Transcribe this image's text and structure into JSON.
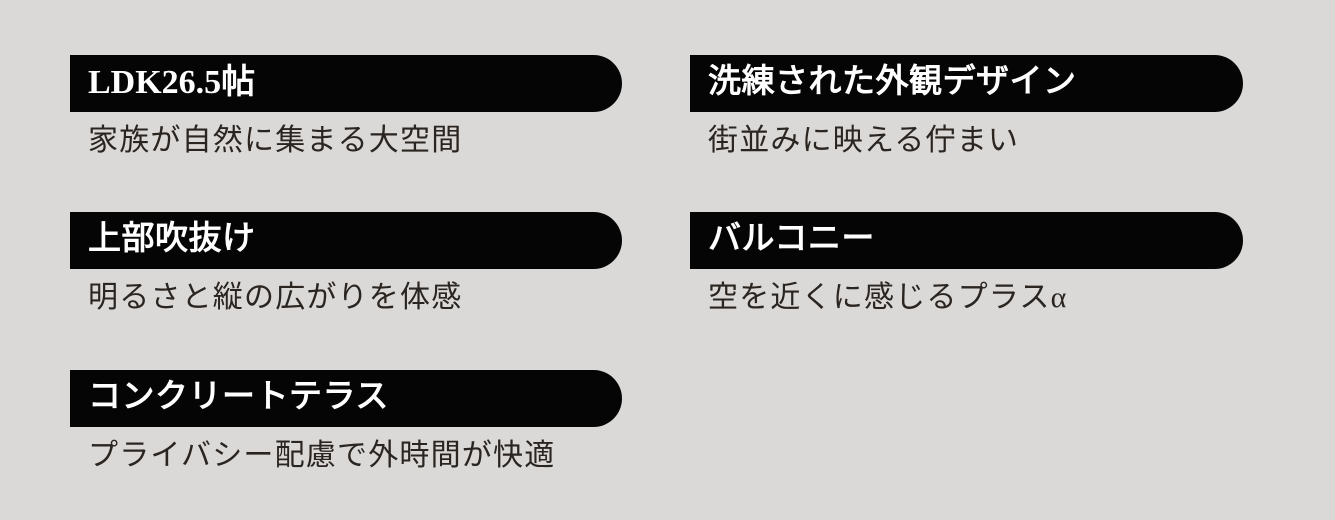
{
  "background_color": "#dad9d7",
  "bar_color": "#050505",
  "title_color": "#ffffff",
  "subtitle_color": "#2b2521",
  "columns": {
    "left": {
      "items": [
        {
          "title": "LDK26.5帖",
          "subtitle": "家族が自然に集まる大空間"
        },
        {
          "title": "上部吹抜け",
          "subtitle": "明るさと縦の広がりを体感"
        },
        {
          "title": "コンクリートテラス",
          "subtitle": "プライバシー配慮で外時間が快適"
        }
      ]
    },
    "right": {
      "items": [
        {
          "title": "洗練された外観デザイン",
          "subtitle": "街並みに映える佇まい"
        },
        {
          "title": "バルコニー",
          "subtitle": "空を近くに感じるプラスα"
        }
      ]
    }
  }
}
